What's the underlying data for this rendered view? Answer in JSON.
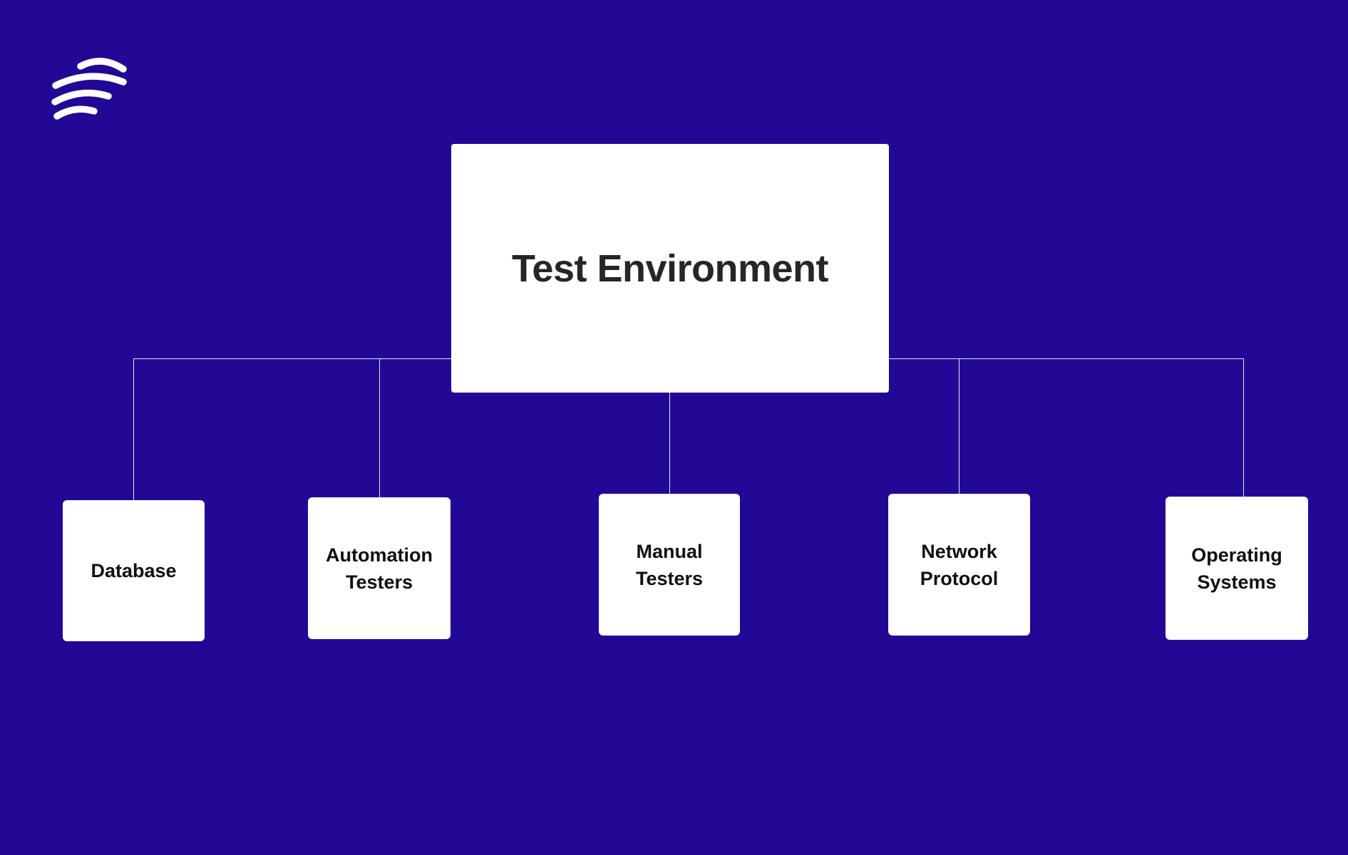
{
  "colors": {
    "background": "#220895",
    "node_fill": "#FFFFFF",
    "root_text": "#262626",
    "child_text": "#101010",
    "connector": "#E9E7F4",
    "logo": "#FFFFFF"
  },
  "logo": {
    "icon": "arc-waves-logo"
  },
  "diagram": {
    "root": {
      "label": "Test Environment"
    },
    "children": [
      {
        "label": "Database"
      },
      {
        "label": "Automation Testers"
      },
      {
        "label": "Manual Testers"
      },
      {
        "label": "Network Protocol"
      },
      {
        "label": "Operating Systems"
      }
    ]
  }
}
